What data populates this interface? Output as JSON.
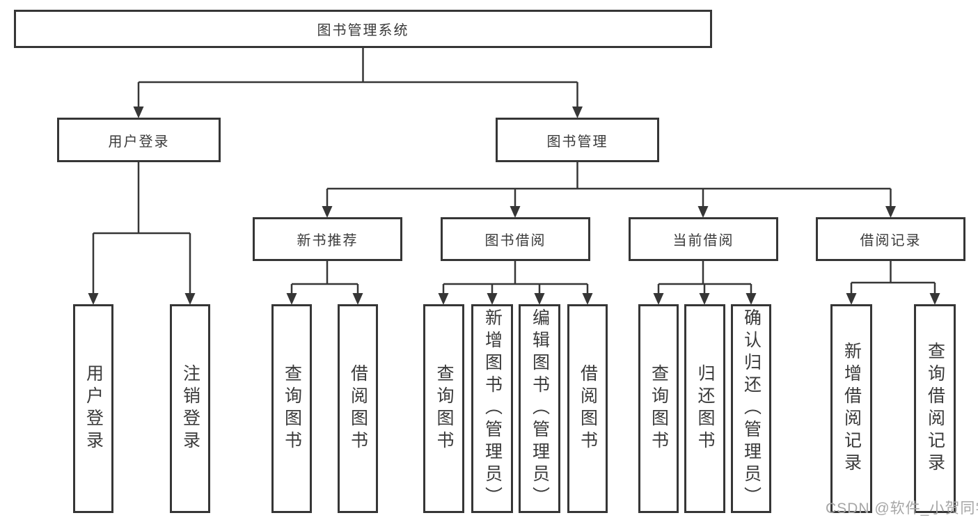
{
  "style": {
    "line_color": "#363636",
    "box_border_color": "#363636",
    "box_background": "#ffffff",
    "text_color": "#3a3a3a",
    "watermark_color": "#a6a6a6"
  },
  "watermark": "CSDN @软件_小贺同学",
  "tree": {
    "root": {
      "label": "图书管理系统",
      "children": [
        {
          "label": "用户登录",
          "children": [
            {
              "label": "用户登录"
            },
            {
              "label": "注销登录"
            }
          ]
        },
        {
          "label": "图书管理",
          "children": [
            {
              "label": "新书推荐",
              "children": [
                {
                  "label": "查询图书"
                },
                {
                  "label": "借阅图书"
                }
              ]
            },
            {
              "label": "图书借阅",
              "children": [
                {
                  "label": "查询图书"
                },
                {
                  "label": "新增图书（管理员）"
                },
                {
                  "label": "编辑图书（管理员）"
                },
                {
                  "label": "借阅图书"
                }
              ]
            },
            {
              "label": "当前借阅",
              "children": [
                {
                  "label": "查询图书"
                },
                {
                  "label": "归还图书"
                },
                {
                  "label": "确认归还（管理员）"
                }
              ]
            },
            {
              "label": "借阅记录",
              "children": [
                {
                  "label": "新增借阅记录"
                },
                {
                  "label": "查询借阅记录"
                }
              ]
            }
          ]
        }
      ]
    }
  }
}
